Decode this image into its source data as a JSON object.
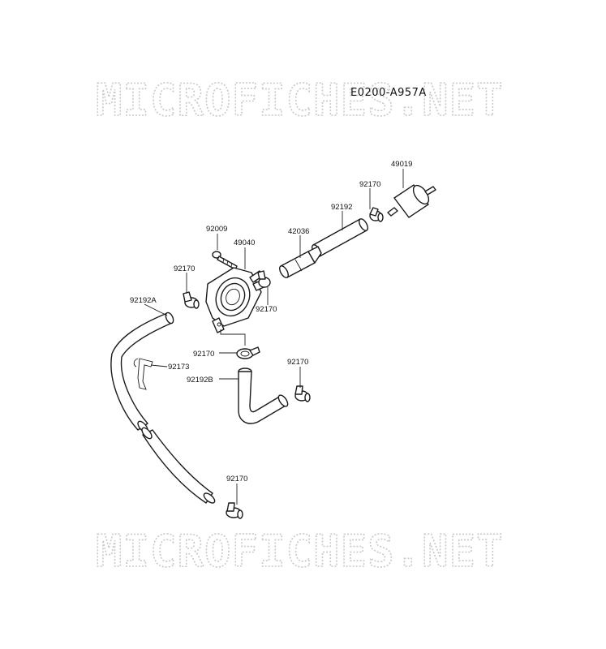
{
  "diagram": {
    "code": "E0200-A957A",
    "watermark": "MICROFICHES.NET",
    "labels": {
      "p49019": "49019",
      "p92170_top": "92170",
      "p92192": "92192",
      "p42036": "42036",
      "p92009": "92009",
      "p49040": "49040",
      "p92170_left": "92170",
      "p92170_mid": "92170",
      "p92192A": "92192A",
      "p92170_clip": "92170",
      "p92173": "92173",
      "p92192B": "92192B",
      "p92170_right": "92170",
      "p92170_bottom": "92170"
    }
  }
}
